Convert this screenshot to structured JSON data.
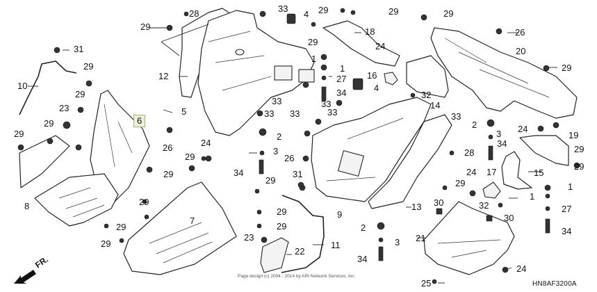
{
  "diagram": {
    "title": "Rear fender / floor panel exploded parts diagram",
    "diagram_code": "HN8AF3200A",
    "copyright": "Page design (c) 2004 - 2014 by ARI Network Services, Inc.",
    "front_indicator": "FR.",
    "highlighted_part": "6",
    "highlight_color": "#eef0dc",
    "highlight_border": "#a9ad7e"
  },
  "callouts": [
    {
      "label": "28"
    },
    {
      "label": "33"
    },
    {
      "label": "4"
    },
    {
      "label": "29"
    },
    {
      "label": "29"
    },
    {
      "label": "29"
    },
    {
      "label": "29"
    },
    {
      "label": "26"
    },
    {
      "label": "31"
    },
    {
      "label": "29"
    },
    {
      "label": "18"
    },
    {
      "label": "24"
    },
    {
      "label": "20"
    },
    {
      "label": "12"
    },
    {
      "label": "1"
    },
    {
      "label": "1"
    },
    {
      "label": "27"
    },
    {
      "label": "16"
    },
    {
      "label": "4"
    },
    {
      "label": "29"
    },
    {
      "label": "10"
    },
    {
      "label": "29"
    },
    {
      "label": "34"
    },
    {
      "label": "32"
    },
    {
      "label": "5"
    },
    {
      "label": "33"
    },
    {
      "label": "33"
    },
    {
      "label": "33"
    },
    {
      "label": "14"
    },
    {
      "label": "23"
    },
    {
      "label": "33"
    },
    {
      "label": "6"
    },
    {
      "label": "33"
    },
    {
      "label": "33"
    },
    {
      "label": "29"
    },
    {
      "label": "2"
    },
    {
      "label": "2"
    },
    {
      "label": "29"
    },
    {
      "label": "24"
    },
    {
      "label": "19"
    },
    {
      "label": "29"
    },
    {
      "label": "26"
    },
    {
      "label": "3"
    },
    {
      "label": "3"
    },
    {
      "label": "24"
    },
    {
      "label": "26"
    },
    {
      "label": "28"
    },
    {
      "label": "29"
    },
    {
      "label": "29"
    },
    {
      "label": "34"
    },
    {
      "label": "34"
    },
    {
      "label": "29"
    },
    {
      "label": "29"
    },
    {
      "label": "8"
    },
    {
      "label": "31"
    },
    {
      "label": "24"
    },
    {
      "label": "17"
    },
    {
      "label": "15"
    },
    {
      "label": "29"
    },
    {
      "label": "1"
    },
    {
      "label": "9"
    },
    {
      "label": "29"
    },
    {
      "label": "13"
    },
    {
      "label": "30"
    },
    {
      "label": "32"
    },
    {
      "label": "1"
    },
    {
      "label": "29"
    },
    {
      "label": "29"
    },
    {
      "label": "29"
    },
    {
      "label": "27"
    },
    {
      "label": "30"
    },
    {
      "label": "7"
    },
    {
      "label": "29"
    },
    {
      "label": "29"
    },
    {
      "label": "2"
    },
    {
      "label": "34"
    },
    {
      "label": "21"
    },
    {
      "label": "3"
    },
    {
      "label": "23"
    },
    {
      "label": "11"
    },
    {
      "label": "22"
    },
    {
      "label": "34"
    },
    {
      "label": "24"
    },
    {
      "label": "25"
    }
  ]
}
